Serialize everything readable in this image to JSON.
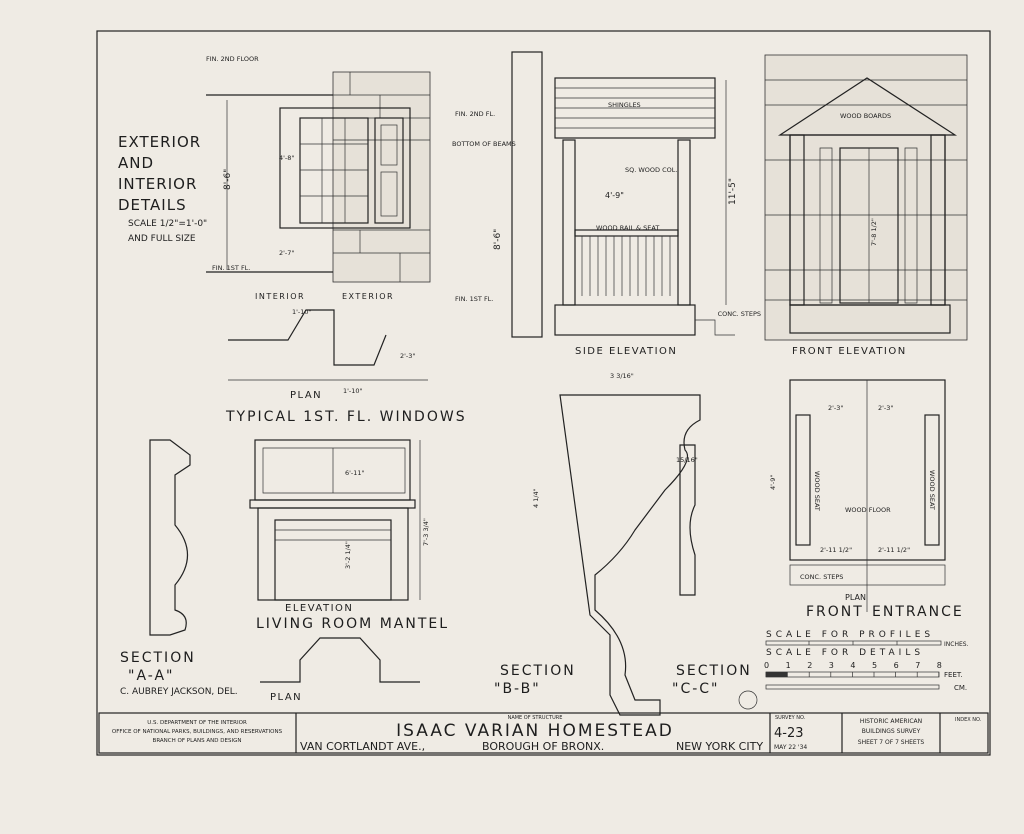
{
  "sheet": {
    "heading_lines": [
      "EXTERIOR",
      "AND",
      "INTERIOR",
      "DETAILS"
    ],
    "scale_note": "SCALE 1/2\"=1'-0\"",
    "scale_note2": "AND FULL SIZE"
  },
  "window_detail": {
    "fin_2nd_floor": "FIN. 2ND FLOOR",
    "fin_1st_floor": "FIN. 1ST FL.",
    "dim_height": "8'-6\"",
    "dim_sash": "4'-8\"",
    "dim_sill": "2'-7\"",
    "label_interior": "INTERIOR",
    "label_exterior": "EXTERIOR",
    "plan_label": "PLAN",
    "plan_dim_top": "1'-10\"",
    "plan_dim_bottom": "1'-10\"",
    "plan_dim_side": "2'-3\"",
    "title": "TYPICAL 1ST. FL. WINDOWS"
  },
  "side_elevation": {
    "fin_2nd_fl": "FIN. 2ND FL.",
    "bottom_of_beams": "BOTTOM OF BEAMS",
    "shingles": "SHINGLES",
    "sq_wood_col": "SQ. WOOD COL.",
    "rail_seat": "WOOD RAIL & SEAT",
    "dim_width": "4'-9\"",
    "dim_height": "8'-6\"",
    "dim_total": "11'-5\"",
    "fin_1st_fl": "FIN. 1ST FL.",
    "conc_steps": "CONC. STEPS",
    "title": "SIDE ELEVATION"
  },
  "front_elevation": {
    "wood_boards": "WOOD BOARDS",
    "dim_door": "7'-8 1/2\"",
    "title": "FRONT ELEVATION"
  },
  "front_entrance_plan": {
    "dim_left": "2'-3\"",
    "dim_right": "2'-3\"",
    "wood_seat_left": "WOOD SEAT",
    "wood_seat_right": "WOOD SEAT",
    "wood_floor": "WOOD FLOOR",
    "dim_depth": "4'-9\"",
    "dim_bottom_left": "2'-11 1/2\"",
    "dim_bottom_right": "2'-11 1/2\"",
    "conc_steps": "CONC. STEPS",
    "plan_label": "PLAN",
    "title_left": "FRONT",
    "title_right": "ENTRANCE"
  },
  "mantel": {
    "elevation_label": "ELEVATION",
    "title": "LIVING ROOM MANTEL",
    "plan_label": "PLAN",
    "dim_height": "7'-3 3/4\"",
    "dim_opening": "3'-2 1/4\"",
    "dim_shelf": "6'-11\""
  },
  "sections": {
    "aa_title": "SECTION",
    "aa_name": "\"A-A\"",
    "bb_title": "SECTION",
    "bb_name": "\"B-B\"",
    "cc_title": "SECTION",
    "cc_name": "\"C-C\"",
    "bb_width": "3 3/16\"",
    "bb_height": "4 1/4\"",
    "cc_width": "15/16\"",
    "delineator": "C. AUBREY JACKSON, DEL."
  },
  "scales": {
    "profiles_label": "SCALE FOR PROFILES",
    "profiles_unit": "INCHES.",
    "details_label": "SCALE FOR DETAILS",
    "ticks": [
      "0",
      "1",
      "2",
      "3",
      "4",
      "5",
      "6",
      "7",
      "8"
    ],
    "feet_unit": "FEET.",
    "cm_unit": "CM."
  },
  "title_block": {
    "agency_line1": "U.S. DEPARTMENT OF THE INTERIOR",
    "agency_line2": "OFFICE OF NATIONAL PARKS, BUILDINGS, AND RESERVATIONS",
    "agency_line3": "BRANCH OF PLANS AND DESIGN",
    "name_caption": "NAME OF STRUCTURE",
    "structure_name": "ISAAC VARIAN HOMESTEAD",
    "street": "VAN CORTLANDT AVE.,",
    "borough": "BOROUGH OF BRONX.",
    "city": "NEW YORK CITY",
    "survey_caption": "SURVEY NO.",
    "survey_no": "4-23",
    "date": "MAY 22 '34",
    "habs_line1": "HISTORIC AMERICAN",
    "habs_line2": "BUILDINGS SURVEY",
    "sheet_text": "SHEET 7 OF 7 SHEETS",
    "index_caption": "INDEX NO."
  }
}
